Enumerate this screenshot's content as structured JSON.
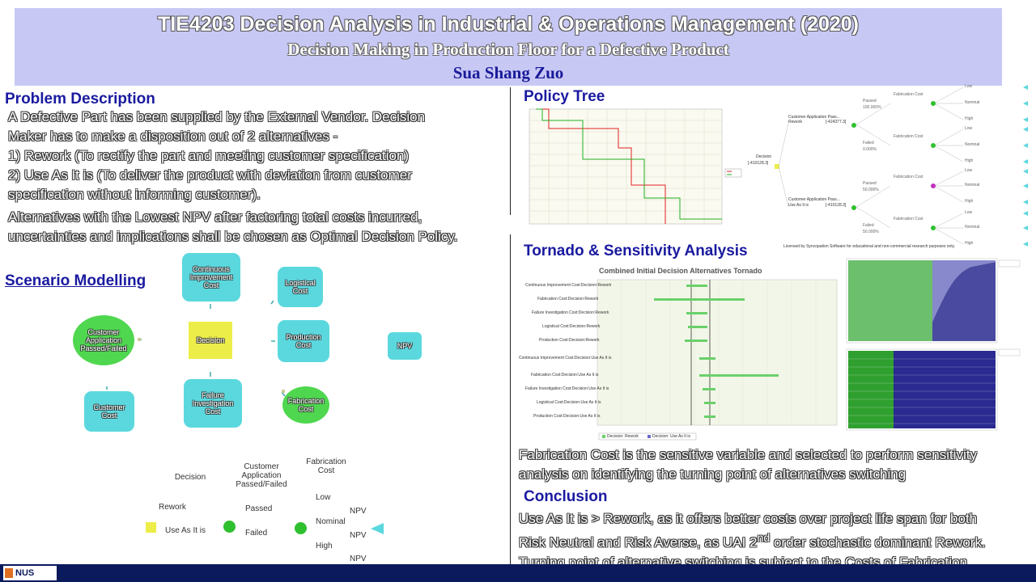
{
  "header": {
    "title": "TIE4203 Decision Analysis in Industrial & Operations Management (2020)",
    "subtitle": "Decision Making in Production Floor for a Defective Product",
    "author": "Sua Shang Zuo"
  },
  "problem": {
    "heading": "Problem Description",
    "lines": [
      "A Defective Part has been supplied by  the External Vendor. Decision",
      "Maker has to make a disposition out of 2 alternatives -",
      "1) Rework (To rectify the part and meeting customer specification)",
      "2) Use As It is (To deliver the product with  deviation from customer",
      "specification without informing customer).",
      "Alternatives with the Lowest NPV after factoring total costs incurred,",
      "uncertainties and implications shall be chosen as Optimal Decision Policy."
    ]
  },
  "scenario": {
    "heading": "Scenario Modelling",
    "nodes": {
      "continuous": "Continuous Improvement Cost",
      "logistical": "Logistical Cost",
      "customer_app": "Customer Application Passed/Failed",
      "decision": "Decision",
      "production": "Production Cost",
      "npv": "NPV",
      "customer_cost": "Customer Cost",
      "failure": "Failure Investigation Cost",
      "fabrication": "Fabrication Cost"
    },
    "legend": {
      "col_decision": "Decision",
      "col_customer": "Customer Application Passed/Failed",
      "col_fabrication": "Fabrication Cost",
      "rework": "Rework",
      "use_as_is": "Use As It is",
      "passed": "Passed",
      "failed": "Failed",
      "low": "Low",
      "nominal": "Nominal",
      "high": "High",
      "npv": "NPV"
    }
  },
  "policy": {
    "heading": "Policy Tree",
    "license": "Licensed by Syncopation Software for educational and non-commercial research purposes only.",
    "decision_label": "Decision",
    "decision_value": "[-410128.3]",
    "branches": [
      {
        "label": "Customer Application Pass...",
        "alt": "Rework",
        "value": "[-424377.3]"
      },
      {
        "label": "Customer Application Pass...",
        "alt": "Use As It is",
        "value": "[-410128.3]"
      }
    ]
  },
  "tornado": {
    "heading": "Tornado & Sensitivity Analysis",
    "chart_title": "Combined Initial Decision Alternatives Tornado",
    "rows": [
      "Continuous Improvement Cost:Decision:Rework",
      "Fabrication Cost:Decision:Rework",
      "Failure Investigation Cost:Decision:Rework",
      "Logistical Cost:Decision:Rework",
      "Production Cost:Decision:Rework",
      "Continuous Improvement Cost:Decision:Use As It is",
      "Fabrication Cost:Decision:Use As It is",
      "Failure Investigation Cost:Decision:Use As It is",
      "Logistical Cost:Decision:Use As It is",
      "Production Cost:Decision:Use As It is"
    ],
    "legend": [
      "Decision: Rework",
      "Decision: Use As It is"
    ],
    "note": "Fabrication Cost is the sensitive variable and selected to perform sensitivity analysis on identifying the turning point of alternatives switching"
  },
  "conclusion": {
    "heading": "Conclusion",
    "line1": "Use As It is > Rework, as it offers better costs over project life span for both",
    "line2a": "Risk Neutral and Risk Averse, as UAI 2",
    "line2sup": "nd",
    "line2b": " order stochastic dominant Rework.",
    "line3": "Turning point of alternative switching is subject to the Costs of Fabrication."
  },
  "footer": {
    "logo": "NUS"
  },
  "colors": {
    "header_bg": "#c8c8f5",
    "heading": "#1a1aa0",
    "node_cyan": "#5bd8de",
    "node_green": "#4fd74f",
    "node_yellow": "#eded4a",
    "footer": "#0a1a5c"
  }
}
